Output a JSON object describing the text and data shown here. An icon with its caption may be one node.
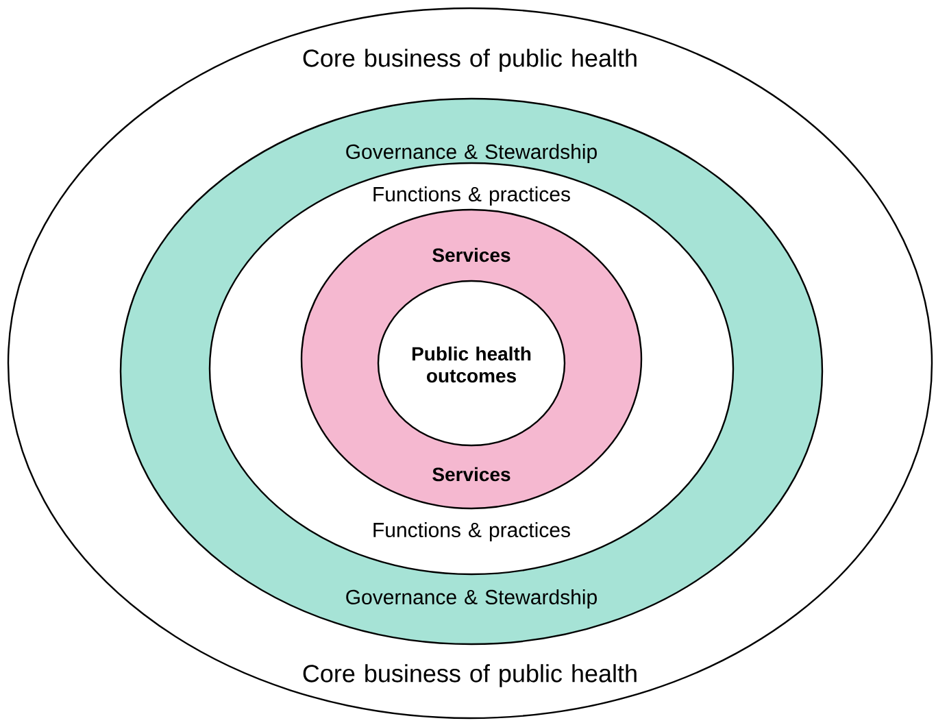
{
  "diagram": {
    "nodes": [
      {
        "text": [
          "Core business of public health",
          "Core business of public health"
        ]
      },
      {
        "text": [
          "Governance & Stewardship",
          "Governance & Stewardship"
        ],
        "in": 0
      },
      {
        "text": [
          "Functions & practices",
          "Functions & practices"
        ],
        "in": 1
      },
      {
        "text": [
          "Services",
          "Services"
        ],
        "in": 2
      },
      {
        "text": [
          "Public health outcomes"
        ],
        "in": 3
      }
    ]
  }
}
